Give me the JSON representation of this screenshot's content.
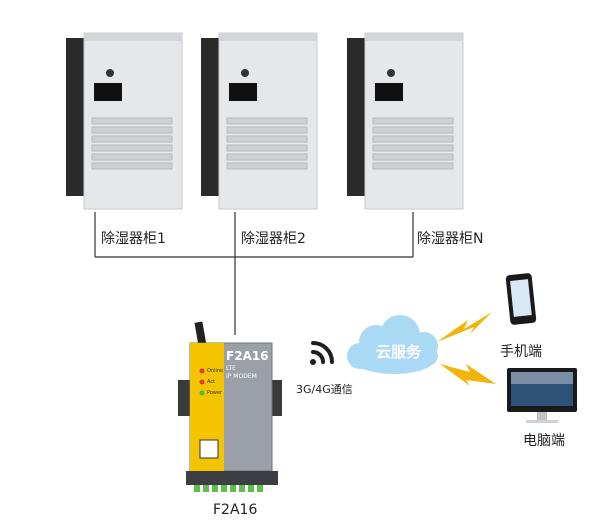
{
  "cabinets": [
    {
      "label": "除湿器柜1"
    },
    {
      "label": "除湿器柜2"
    },
    {
      "label": "除湿器柜N"
    }
  ],
  "modem": {
    "label": "F2A16",
    "brand_text": "F2A16",
    "lines": [
      "LTE",
      "IP MODEM"
    ],
    "leds": [
      "Online",
      "Act",
      "Power"
    ]
  },
  "link": {
    "label": "3G/4G通信"
  },
  "cloud": {
    "label": "云服务"
  },
  "phone": {
    "label": "手机端"
  },
  "pc": {
    "label": "电脑端"
  },
  "colors": {
    "cabinet": "#e6e7e9",
    "frame": "#2b2b2b",
    "modem_yellow": "#f5c400",
    "modem_gray": "#9aa0a6",
    "cloud": "#a9d9f5",
    "bolt": "#f2b40a"
  }
}
